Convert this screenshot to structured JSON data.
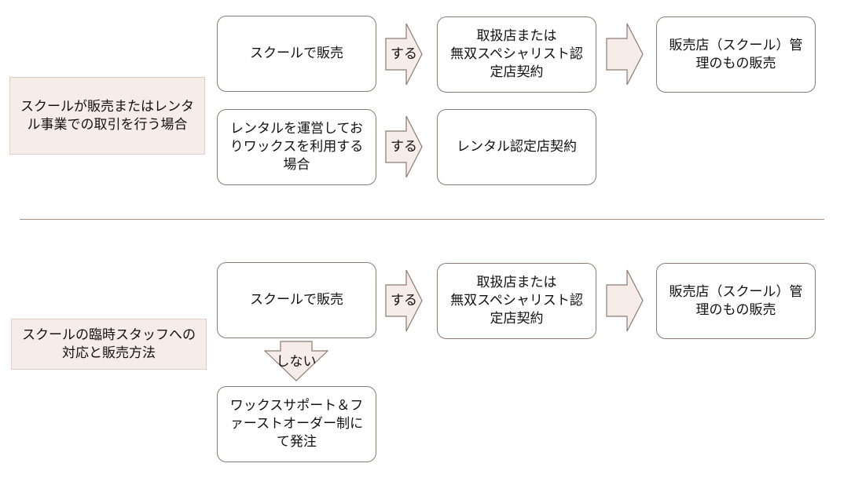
{
  "colors": {
    "box_border": "#8a7b70",
    "arrow_fill": "#f6ece9",
    "arrow_stroke": "#8a7b70",
    "category_fill": "#f6ece9",
    "divider": "#a89485"
  },
  "section1": {
    "category": "スクールが販売またはレンタル事業での取引を行う場合",
    "row1": {
      "source": "スクールで販売",
      "arrow1_label": "する",
      "middle": "取扱店または\n無双スペシャリスト認定店契約",
      "result": "販売店（スクール）管理のもの販売"
    },
    "row2": {
      "source": "レンタルを運営しておりワックスを利用する場合",
      "arrow1_label": "する",
      "middle": "レンタル認定店契約"
    }
  },
  "section2": {
    "category": "スクールの臨時スタッフへの対応と販売方法",
    "row1": {
      "source": "スクールで販売",
      "arrow1_label": "する",
      "middle": "取扱店または\n無双スペシャリスト認定店契約",
      "result": "販売店（スクール）管理のもの販売"
    },
    "down_label": "しない",
    "alternative": "ワックスサポート＆ファーストオーダー制にて発注"
  }
}
